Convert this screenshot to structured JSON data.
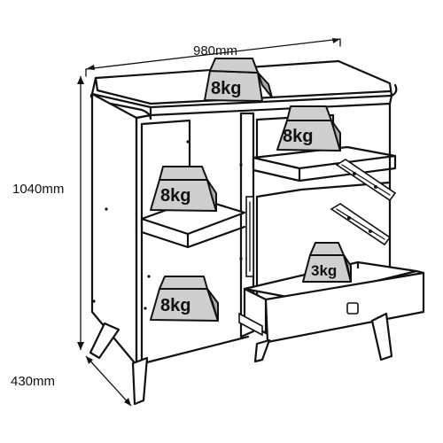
{
  "dimensions": {
    "width": "980mm",
    "height": "1040mm",
    "depth": "430mm"
  },
  "weights": {
    "top": "8kg",
    "upper_right_shelf": "8kg",
    "left_shelf": "8kg",
    "left_bottom": "8kg",
    "drawer": "3kg"
  },
  "colors": {
    "outline": "#111111",
    "weight_face": "#cfcfcf",
    "weight_side": "#a9a9a9"
  }
}
